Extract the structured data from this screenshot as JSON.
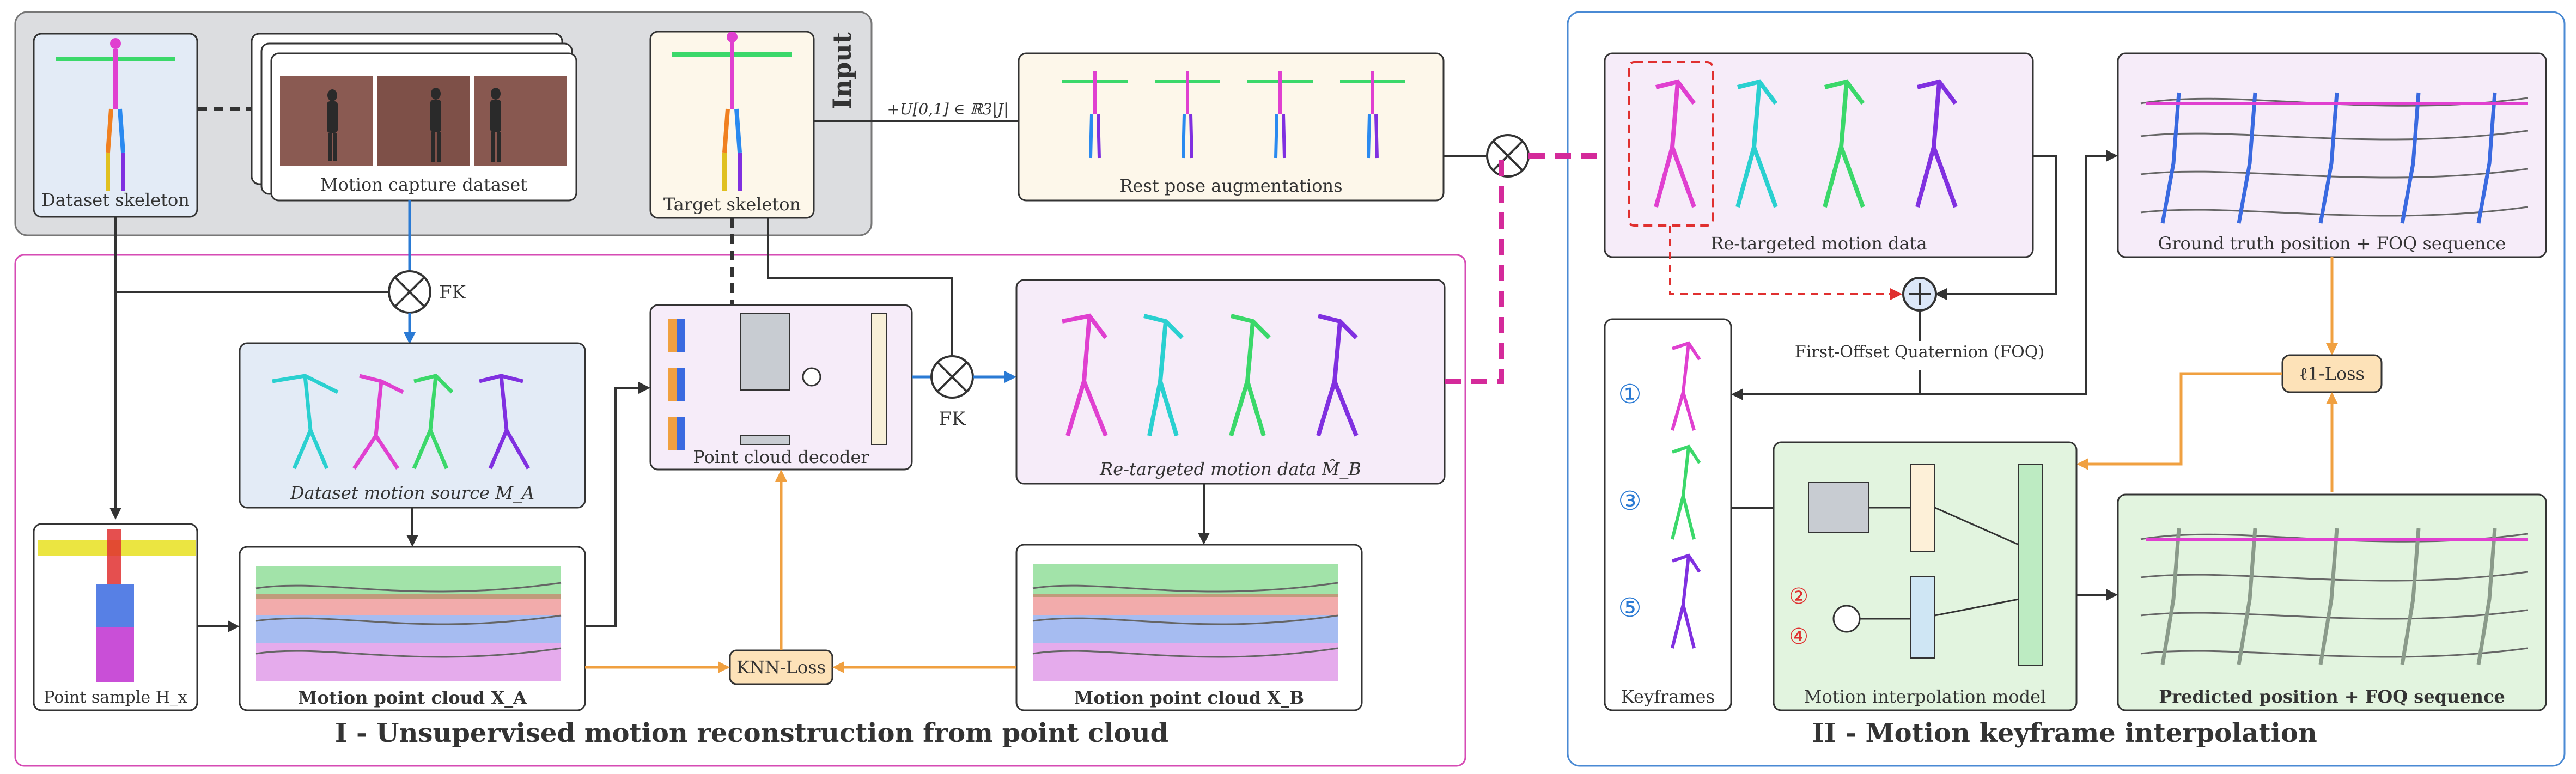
{
  "input_panel": {
    "title": "Input",
    "dataset_skeleton_label": "Dataset skeleton",
    "mocap_dataset_label": "Motion capture dataset",
    "target_skeleton_label": "Target skeleton",
    "noise_label": "+U[0,1] ∈ ℝ3|J|",
    "rest_pose_label": "Rest pose augmentations"
  },
  "section1": {
    "title": "I - Unsupervised motion reconstruction from point cloud",
    "fk_label_1": "FK",
    "fk_label_2": "FK",
    "dataset_motion_label": "Dataset motion source M_A",
    "point_sample_label": "Point sample H_x",
    "point_cloud_a_label": "Motion point cloud X_A",
    "point_cloud_b_label": "Motion point cloud X_B",
    "decoder_label": "Point cloud decoder",
    "retargeted_label": "Re-targeted motion data M̂_B",
    "knn_loss_label": "KNN-Loss"
  },
  "section2": {
    "title": "II - Motion keyframe interpolation",
    "retargeted_label": "Re-targeted motion data",
    "gt_label": "Ground truth position + FOQ sequence",
    "foq_label": "First-Offset Quaternion (FOQ)",
    "l1_loss_label": "ℓ1-Loss",
    "keyframes_label": "Keyframes",
    "keyframe_numbers": [
      "①",
      "③",
      "⑤"
    ],
    "input_numbers": [
      "②",
      "④"
    ],
    "model_label": "Motion interpolation model",
    "predicted_label": "Predicted position + FOQ sequence"
  },
  "colors": {
    "gray_panel": "#dcdde0",
    "blue_panel": "#e3ebf6",
    "purple_panel": "#f6ecf9",
    "green_panel": "#e2f4df",
    "cream_panel": "#fdf7ea",
    "orange": "#f0a040",
    "magenta": "#d42a9a",
    "blue_arrow": "#2a7ad4",
    "red_dash": "#e03030"
  }
}
